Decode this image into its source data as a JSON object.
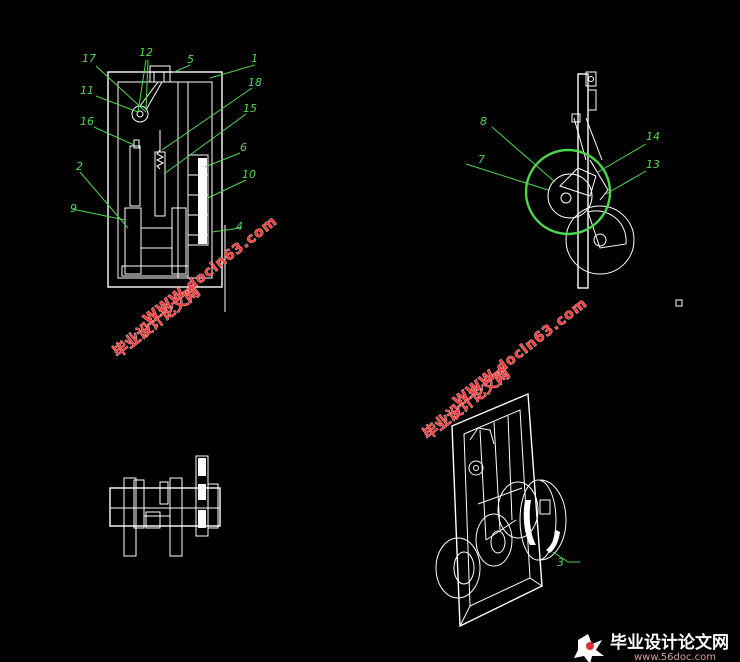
{
  "callouts": {
    "c1": "1",
    "c2": "2",
    "c3": "3",
    "c4": "4",
    "c5": "5",
    "c6": "6",
    "c7": "7",
    "c8": "8",
    "c9": "9",
    "c10": "10",
    "c11": "11",
    "c12": "12",
    "c13": "13",
    "c14": "14",
    "c15": "15",
    "c16": "16",
    "c17": "17",
    "c18": "18"
  },
  "watermark": {
    "url": "WWW.docin63.com",
    "site": "毕业设计论文网"
  },
  "logo": {
    "title": "毕业设计论文网",
    "url": "www.56doc.com"
  },
  "colors": {
    "background": "#000000",
    "drawing": "#ffffff",
    "callout": "#4fd64f",
    "watermark": "#ff3a3a"
  }
}
